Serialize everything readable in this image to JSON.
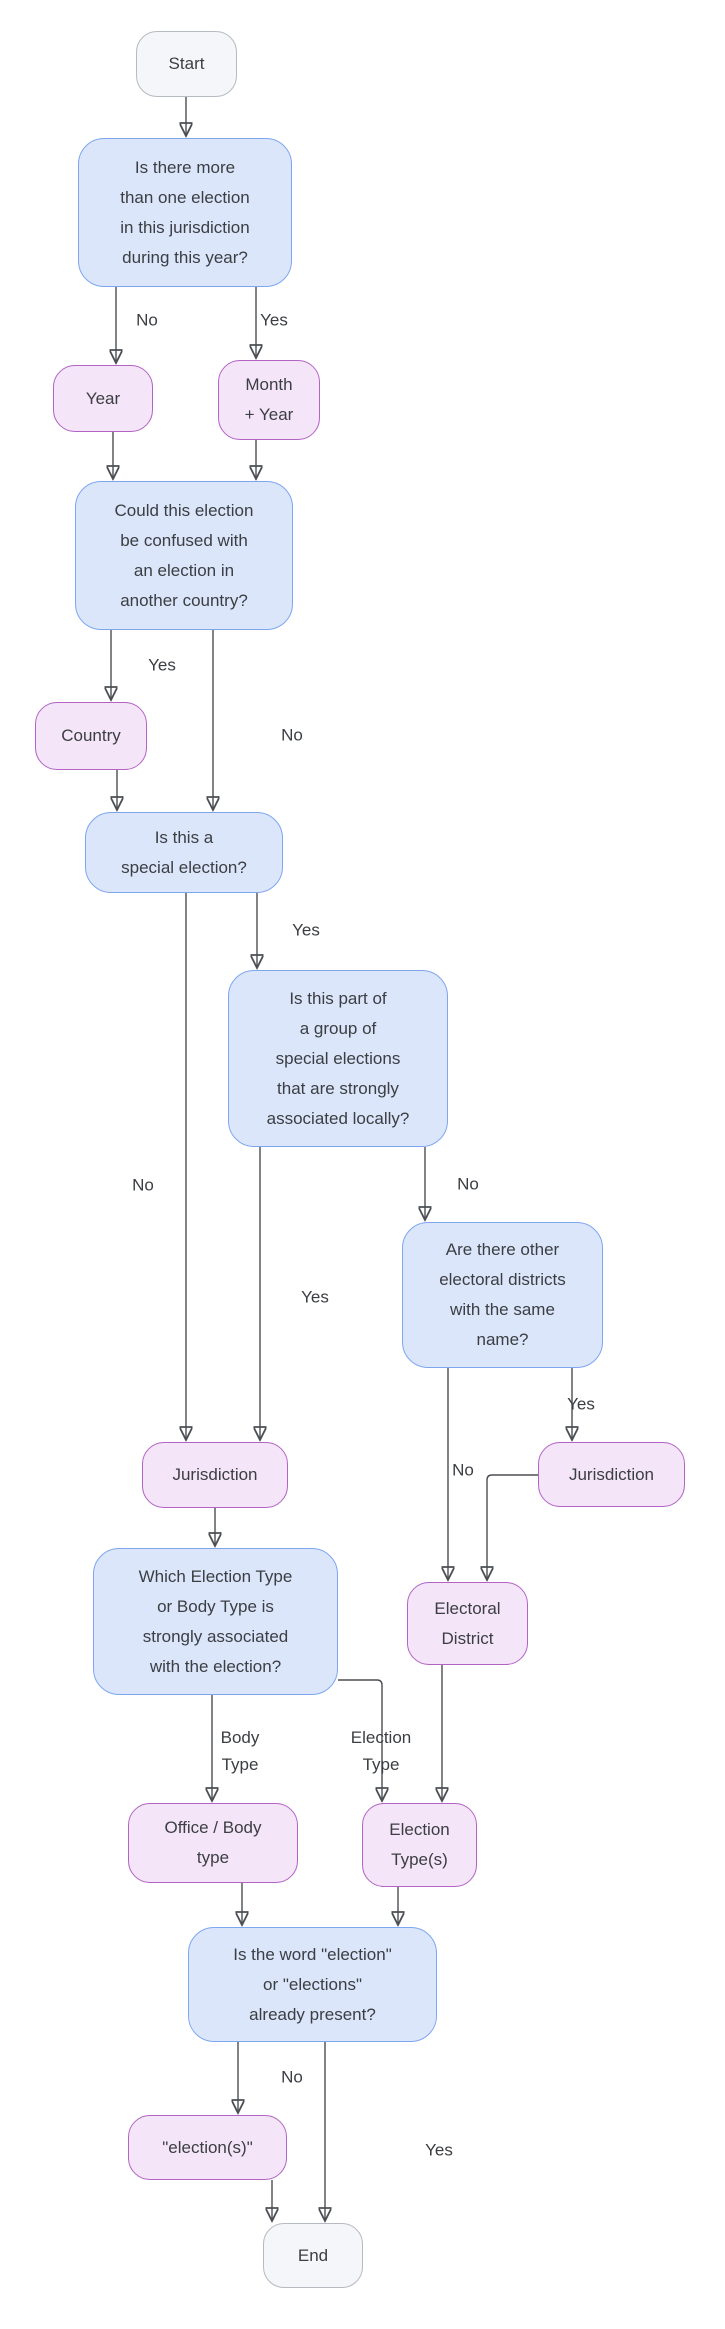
{
  "diagram": {
    "type": "flowchart",
    "background": "#ffffff",
    "palette": {
      "question_fill": "#dbe6fb",
      "question_border": "#7ea6f0",
      "output_fill": "#f5e5f8",
      "output_border": "#b263c4",
      "terminal_fill": "#f5f6f9",
      "terminal_border": "#b6bac2",
      "text": "#3b3e42",
      "connector": "#4b4e53"
    },
    "nodes": {
      "start": "Start",
      "q_multiple_elections": [
        "Is there more",
        "than one election",
        "in this jurisdiction",
        "during this year?"
      ],
      "year": "Year",
      "month_year": [
        "Month",
        "+ Year"
      ],
      "q_confused_country": [
        "Could this election",
        "be confused with",
        "an election in",
        "another country?"
      ],
      "country": "Country",
      "q_special_election": [
        "Is this a",
        "special election?"
      ],
      "q_group_special": [
        "Is this part of",
        "a group of",
        "special elections",
        "that are strongly",
        "associated locally?"
      ],
      "q_other_districts": [
        "Are there other",
        "electoral districts",
        "with the same",
        "name?"
      ],
      "jurisdiction": "Jurisdiction",
      "jurisdiction_2": "Jurisdiction",
      "q_which_type": [
        "Which Election Type",
        "or Body Type is",
        "strongly associated",
        "with the election?"
      ],
      "electoral_district": [
        "Electoral",
        "District"
      ],
      "office_body_type": [
        "Office / Body",
        "type"
      ],
      "election_types": [
        "Election",
        "Type(s)"
      ],
      "q_word_election": [
        "Is the word \"election\"",
        "or \"elections\"",
        "already present?"
      ],
      "election_s": "\"election(s)\"",
      "end": "End"
    },
    "edges": [
      {
        "from": "start",
        "to": "q_multiple_elections",
        "label": ""
      },
      {
        "from": "q_multiple_elections",
        "to": "year",
        "label": "No"
      },
      {
        "from": "q_multiple_elections",
        "to": "month_year",
        "label": "Yes"
      },
      {
        "from": "year",
        "to": "q_confused_country",
        "label": ""
      },
      {
        "from": "month_year",
        "to": "q_confused_country",
        "label": ""
      },
      {
        "from": "q_confused_country",
        "to": "country",
        "label": "Yes"
      },
      {
        "from": "q_confused_country",
        "to": "q_special_election",
        "label": "No"
      },
      {
        "from": "country",
        "to": "q_special_election",
        "label": ""
      },
      {
        "from": "q_special_election",
        "to": "q_group_special",
        "label": "Yes"
      },
      {
        "from": "q_special_election",
        "to": "jurisdiction",
        "label": "No"
      },
      {
        "from": "q_group_special",
        "to": "jurisdiction",
        "label": "Yes"
      },
      {
        "from": "q_group_special",
        "to": "q_other_districts",
        "label": "No"
      },
      {
        "from": "q_other_districts",
        "to": "electoral_district",
        "label": "No"
      },
      {
        "from": "q_other_districts",
        "to": "jurisdiction_2",
        "label": "Yes"
      },
      {
        "from": "jurisdiction_2",
        "to": "electoral_district",
        "label": ""
      },
      {
        "from": "jurisdiction",
        "to": "q_which_type",
        "label": ""
      },
      {
        "from": "q_which_type",
        "to": "office_body_type",
        "label": "Body Type"
      },
      {
        "from": "q_which_type",
        "to": "election_types",
        "label": "Election Type"
      },
      {
        "from": "electoral_district",
        "to": "election_types",
        "label": ""
      },
      {
        "from": "office_body_type",
        "to": "q_word_election",
        "label": ""
      },
      {
        "from": "election_types",
        "to": "q_word_election",
        "label": ""
      },
      {
        "from": "q_word_election",
        "to": "election_s",
        "label": "No"
      },
      {
        "from": "q_word_election",
        "to": "end",
        "label": "Yes"
      },
      {
        "from": "election_s",
        "to": "end",
        "label": ""
      }
    ]
  }
}
